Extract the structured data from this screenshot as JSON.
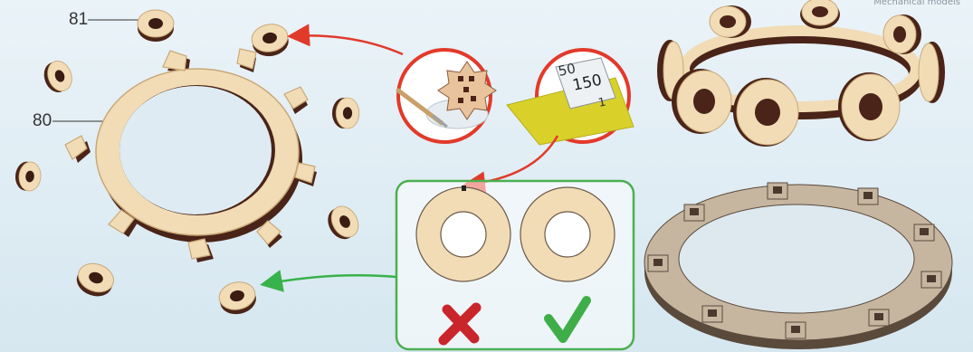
{
  "header": {
    "label": "Mechanical models"
  },
  "callouts": {
    "part_81": "81",
    "part_80": "80"
  },
  "sandpaper": {
    "grit_top": "50",
    "grit_main": "150",
    "grit_side": "1"
  },
  "check_panel": {
    "wrong_icon": "x-cross-icon",
    "right_icon": "checkmark-icon"
  },
  "colors": {
    "wood": "#f1dcb6",
    "wood_edge": "#d9bb8c",
    "dark_wood": "#4a2418",
    "arrow_red": "#e23a2a",
    "arrow_green": "#38b24a",
    "panel_border": "#4caf50",
    "wrong_red": "#c9262c",
    "right_green": "#3fae49"
  }
}
